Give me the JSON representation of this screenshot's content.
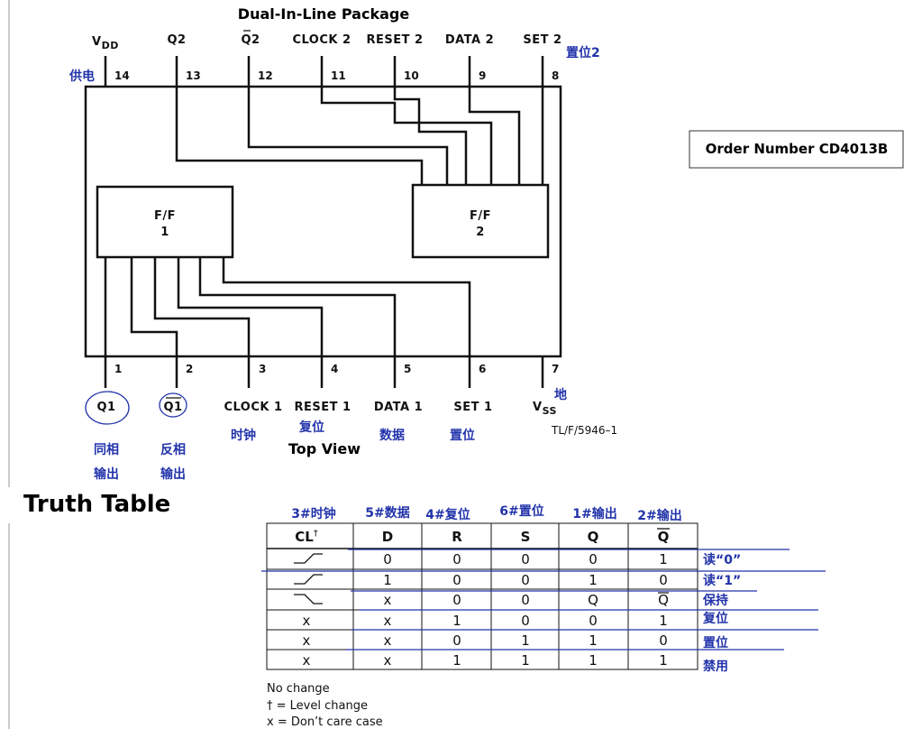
{
  "title": "Dual-In-Line Package",
  "order_number": "Order Number CD4013B",
  "view_label": "Top View",
  "ref_code": "TL/F/5946–1",
  "truth_table_title": "Truth Table",
  "ff1": {
    "line1": "F/F",
    "line2": "1"
  },
  "ff2": {
    "line1": "F/F",
    "line2": "2"
  },
  "top_pins": [
    {
      "num": "14",
      "label": "V",
      "sub": "DD"
    },
    {
      "num": "13",
      "label": "Q2"
    },
    {
      "num": "12",
      "label": "Q2"
    },
    {
      "num": "11",
      "label": "CLOCK 2"
    },
    {
      "num": "10",
      "label": "RESET 2"
    },
    {
      "num": "9",
      "label": "DATA 2"
    },
    {
      "num": "8",
      "label": "SET 2"
    }
  ],
  "bottom_pins": [
    {
      "num": "1",
      "label": "Q1"
    },
    {
      "num": "2",
      "label": "Q1"
    },
    {
      "num": "3",
      "label": "CLOCK 1"
    },
    {
      "num": "4",
      "label": "RESET 1"
    },
    {
      "num": "5",
      "label": "DATA 1"
    },
    {
      "num": "6",
      "label": "SET 1"
    },
    {
      "num": "7",
      "label": "V",
      "sub": "SS"
    }
  ],
  "annotations": {
    "vdd": "供电",
    "set2": "置位2",
    "vss": "地",
    "q1_line1": "同相",
    "q1_line2": "输出",
    "nq1_line1": "反相",
    "nq1_line2": "输出",
    "clock1": "时钟",
    "reset1": "复位",
    "data1": "数据",
    "set1": "置位"
  },
  "table": {
    "column_notes": [
      "3#时钟",
      "5#数据",
      "4#复位",
      "6#置位",
      "1#输出",
      "2#输出"
    ],
    "headers": [
      "CL",
      "D",
      "R",
      "S",
      "Q",
      "Q"
    ],
    "header_cl_mark": "†",
    "rows": [
      {
        "cl": "rise",
        "d": "0",
        "r": "0",
        "s": "0",
        "q": "0",
        "nq": "1",
        "note": "读“0”"
      },
      {
        "cl": "rise",
        "d": "1",
        "r": "0",
        "s": "0",
        "q": "1",
        "nq": "0",
        "note": "读“1”"
      },
      {
        "cl": "fall",
        "d": "x",
        "r": "0",
        "s": "0",
        "q": "Q",
        "nq": "Q",
        "note": "保持"
      },
      {
        "cl": "x",
        "d": "x",
        "r": "1",
        "s": "0",
        "q": "0",
        "nq": "1",
        "note": "复位"
      },
      {
        "cl": "x",
        "d": "x",
        "r": "0",
        "s": "1",
        "q": "1",
        "nq": "0",
        "note": "置位"
      },
      {
        "cl": "x",
        "d": "x",
        "r": "1",
        "s": "1",
        "q": "1",
        "nq": "1",
        "note": "禁用"
      }
    ]
  },
  "footnotes": [
    "No change",
    "† = Level change",
    "x = Don’t care case"
  ],
  "colors": {
    "annotation": "#2233aa",
    "ink": "#111111"
  }
}
